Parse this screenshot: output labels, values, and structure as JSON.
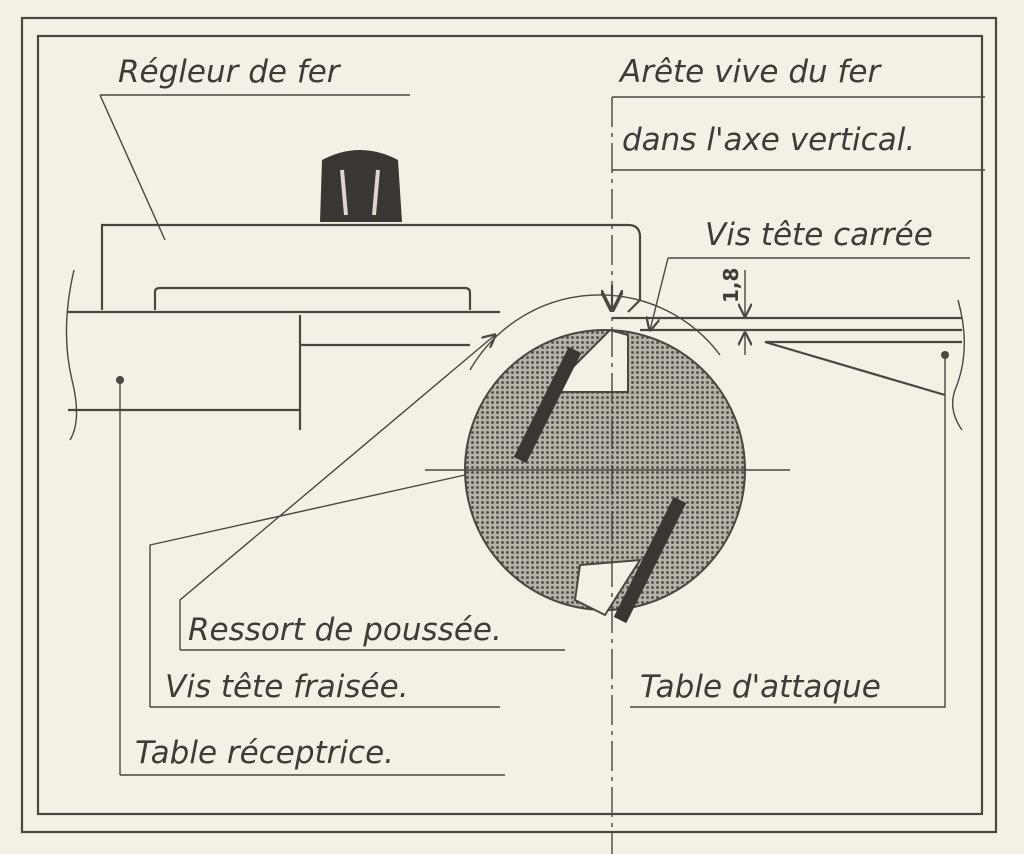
{
  "labels": {
    "iron_adjuster": "Régleur de fer",
    "sharp_edge_line1": "Arête vive du fer",
    "sharp_edge_line2": "dans l'axe vertical.",
    "square_head_screw": "Vis tête carrée",
    "dimension": "1,8",
    "thrust_spring": "Ressort de poussée.",
    "countersunk_screw": "Vis tête fraisée.",
    "infeed_table": "Table d'attaque",
    "outfeed_table": "Table réceptrice."
  },
  "colors": {
    "ink": "#4a4640",
    "paper": "#f4f0e6",
    "hatch": "#8a857c"
  }
}
